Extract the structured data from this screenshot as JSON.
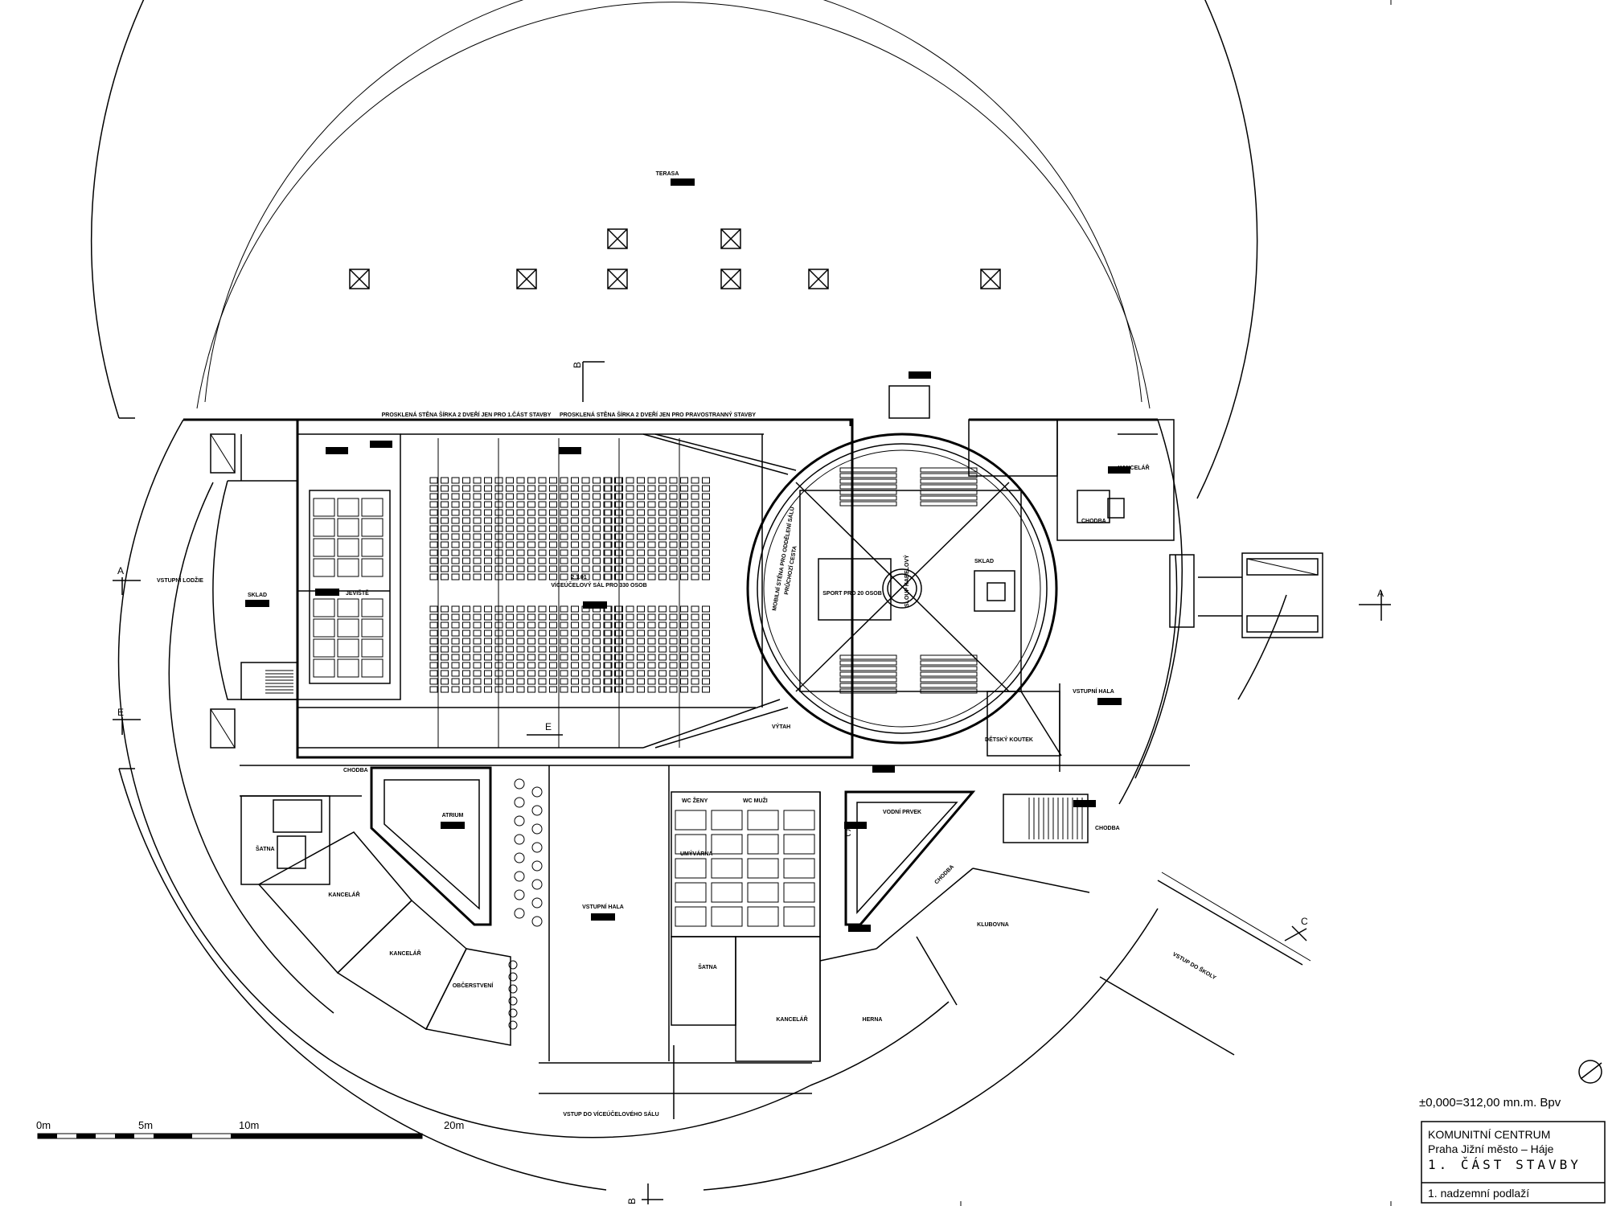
{
  "rooms": {
    "terasa": "TERASA",
    "sklad": "SKLAD",
    "vstupni_lodzie": "VSTUPNÍ LODŽIE",
    "jeviste": "JEVIŠTĚ",
    "sal_number": "2.1.01",
    "sal": "VÍCEÚČELOVÝ SÁL PRO 330 OSOB",
    "prosklena_1": "PROSKLENÁ STĚNA ŠÍRKA 2 DVEŘÍ JEN PRO 1.ČÁST STAVBY",
    "prosklena_2": "PROSKLENÁ STĚNA ŠÍRKA 2 DVEŘÍ JEN PRO PRAVOSTRANNÝ STAVBY",
    "mobilni_stena": "MOBILNÍ STĚNA PRO ODDĚLENÍ SÁLU",
    "pruchozi_cesta": "PRŮCHOZÍ CESTA",
    "centrum": "SPORT PRO 20 OSOB",
    "sloup": "SLOUP KABELOVÝ",
    "vytah": "VÝTAH",
    "vstupni_hala_1": "VSTUPNÍ HALA",
    "vstupni_hala_2": "VSTUPNÍ HALA",
    "chodba_1": "CHODBA",
    "chodba_2": "CHODBA",
    "chodba_3": "CHODBA",
    "chodba_4": "CHODBA",
    "atrium": "ATRIUM",
    "kancelar_1": "KANCELÁŘ",
    "kancelar_2": "KANCELÁŘ",
    "kancelar_3": "KANCELÁŘ",
    "kancelar_4": "KANCELÁŘ",
    "satna_1": "ŠATNA",
    "satna_2": "ŠATNA",
    "klubovna": "KLUBOVNA",
    "herna": "HERNA",
    "obcerstveni": "OBČERSTVENÍ",
    "detsky_koutek": "DĚTSKÝ KOUTEK",
    "vodni_prvek": "VODNÍ PRVEK",
    "vstup_salu": "VSTUP DO VÍCEÚČELOVÉHO SÁLU",
    "vstup_skoly": "VSTUP DO ŠKOLY",
    "wc_zeny": "WC ŽENY",
    "wc_muzi": "WC MUŽI",
    "umyvarna": "UMÝVÁRNA",
    "sklad_2": "SKLAD"
  },
  "sections": {
    "a_left": "A",
    "a_right": "A",
    "b_top": "B",
    "b_bottom": "B",
    "c_right": "C",
    "c_mid": "C",
    "e_left": "E",
    "e_mid": "E"
  },
  "scale": {
    "m0": "0m",
    "m5": "5m",
    "m10": "10m",
    "m20": "20m"
  },
  "elevation": "±0,000=312,00 mn.m. Bpv",
  "title_block": {
    "line1": "KOMUNITNÍ CENTRUM",
    "line2": "Praha Jižní město – Háje",
    "line3": "1. ČÁST STAVBY",
    "line4": "1. nadzemní podlaží"
  }
}
